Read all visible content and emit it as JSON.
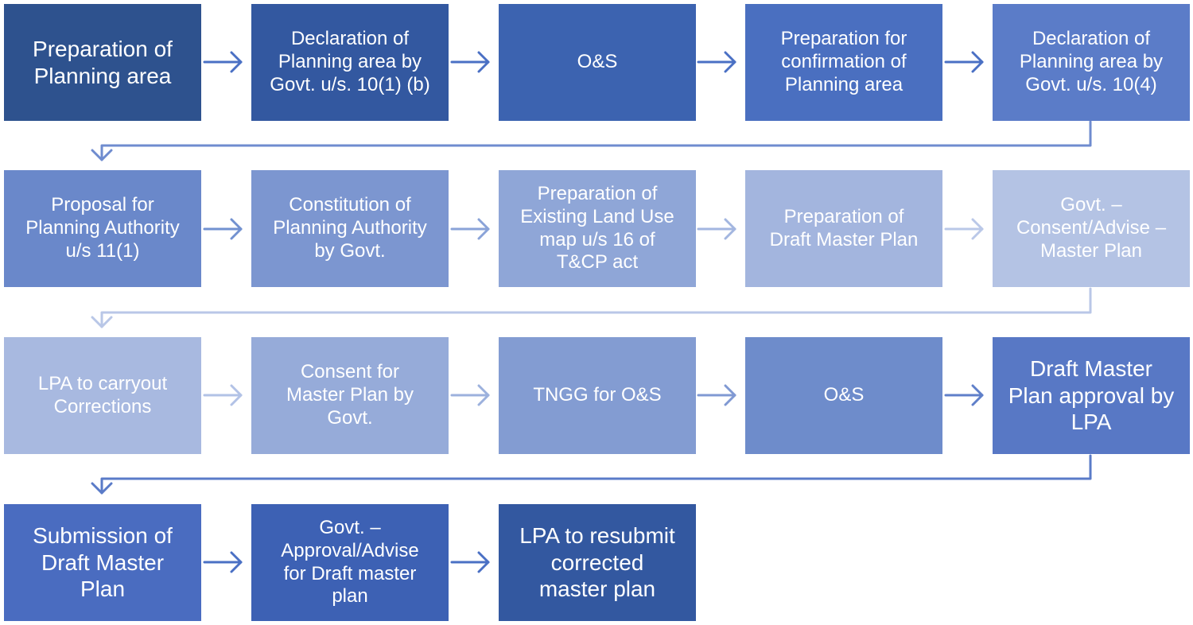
{
  "steps": [
    {
      "label": "Preparation of\nPlanning area",
      "color": "#2e528e",
      "text_color": "#ffffff"
    },
    {
      "label": "Declaration of\nPlanning area by\nGovt. u/s. 10(1) (b)",
      "color": "#3358a0",
      "text_color": "#ffffff"
    },
    {
      "label": "O&S",
      "color": "#3c63b0",
      "text_color": "#ffffff"
    },
    {
      "label": "Preparation for\nconfirmation of\nPlanning area",
      "color": "#4a6fc0",
      "text_color": "#ffffff"
    },
    {
      "label": "Declaration of\nPlanning area by\nGovt. u/s. 10(4)",
      "color": "#5b7cc8",
      "text_color": "#ffffff"
    },
    {
      "label": "Proposal for\nPlanning Authority\nu/s 11(1)",
      "color": "#6a88ca",
      "text_color": "#ffffff"
    },
    {
      "label": "Constitution of\nPlanning Authority\nby Govt.",
      "color": "#7c96d0",
      "text_color": "#ffffff"
    },
    {
      "label": "Preparation of\nExisting Land Use\nmap u/s 16 of\nT&CP act",
      "color": "#8fa6d7",
      "text_color": "#ffffff"
    },
    {
      "label": "Preparation of\nDraft Master Plan",
      "color": "#a3b5de",
      "text_color": "#ffffff"
    },
    {
      "label": "Govt. –\nConsent/Advise –\nMaster Plan",
      "color": "#b4c3e4",
      "text_color": "#ffffff"
    },
    {
      "label": "LPA to carryout\nCorrections",
      "color": "#a8b9e0",
      "text_color": "#ffffff"
    },
    {
      "label": "Consent for\nMaster Plan by\nGovt.",
      "color": "#96abd9",
      "text_color": "#ffffff"
    },
    {
      "label": "TNGG for O&S",
      "color": "#839cd2",
      "text_color": "#ffffff"
    },
    {
      "label": "O&S",
      "color": "#6e8ccb",
      "text_color": "#ffffff"
    },
    {
      "label": "Draft Master\nPlan approval by\nLPA",
      "color": "#5878c5",
      "text_color": "#ffffff"
    },
    {
      "label": "Submission of\nDraft Master\nPlan",
      "color": "#4a6cc0",
      "text_color": "#ffffff"
    },
    {
      "label": "Govt. –\nApproval/Advise\nfor Draft master\nplan",
      "color": "#3d61b4",
      "text_color": "#ffffff"
    },
    {
      "label": "LPA to resubmit\ncorrected\nmaster plan",
      "color": "#3358a0",
      "text_color": "#ffffff"
    }
  ],
  "arrow_colors": {
    "row1": "#4a70c4",
    "wrap1": "#6f8ccf",
    "row2": [
      "#7291d0",
      "#8aa3d8",
      "#a3b6e0",
      "#bac8e8"
    ],
    "wrap2": "#b9c7e7",
    "row3": [
      "#b2c2e6",
      "#9cb1dd",
      "#8099d3",
      "#5f7fc9"
    ],
    "wrap3": "#5a7bc8",
    "row4": "#4a70c4"
  }
}
